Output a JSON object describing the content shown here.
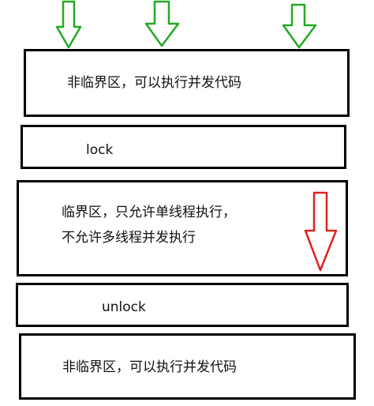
{
  "colors": {
    "top_arrows": "#22aa22",
    "critical_arrow": "#dd2222",
    "box_border": "#000000"
  },
  "diagram": {
    "top_block": {
      "label": "非临界区，可以执行并发代码"
    },
    "lock_block": {
      "label": "lock"
    },
    "critical_block": {
      "line1": "临界区，只允许单线程执行，",
      "line2": "不允许多线程并发执行"
    },
    "unlock_block": {
      "label": "unlock"
    },
    "bottom_block": {
      "label": "非临界区，可以执行并发代码"
    }
  },
  "icons": {
    "top_arrows": [
      "arrow-down-icon",
      "arrow-down-icon",
      "arrow-down-icon"
    ],
    "critical_arrow": "arrow-down-icon"
  }
}
